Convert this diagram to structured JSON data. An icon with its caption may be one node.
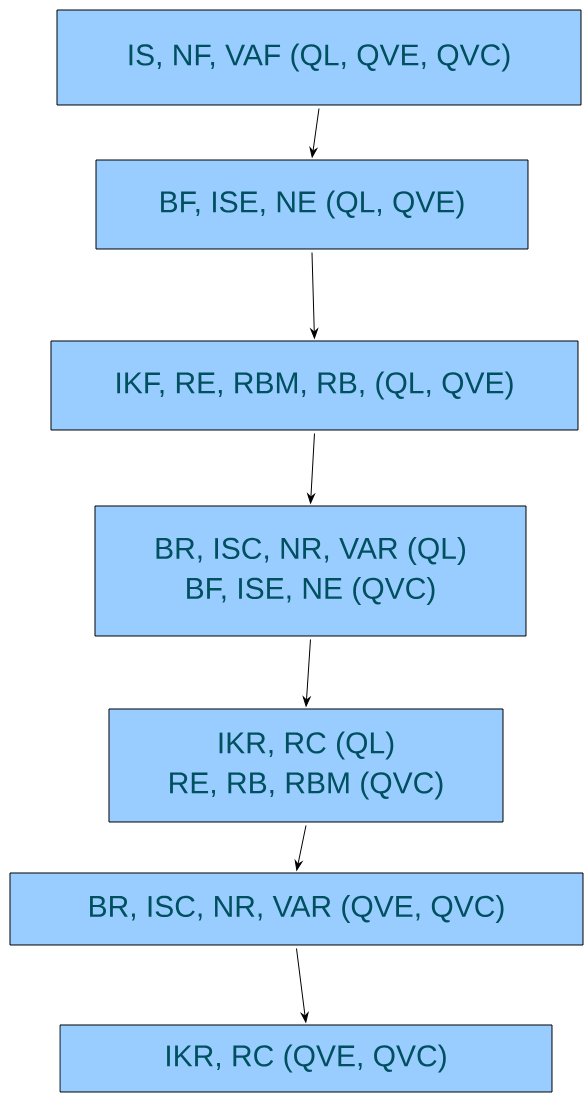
{
  "diagram": {
    "nodes": [
      {
        "text": [
          "IS, NF, VAF (QL, QVE, QVC)"
        ]
      },
      {
        "text": [
          "BF, ISE, NE (QL, QVE)"
        ]
      },
      {
        "text": [
          "IKF, RE, RBM, RB, (QL, QVE)"
        ]
      },
      {
        "text": [
          "BR, ISC, NR, VAR (QL)",
          "BF, ISE, NE (QVC)"
        ]
      },
      {
        "text": [
          "IKR, RC (QL)",
          "RE, RB, RBM (QVC)"
        ]
      },
      {
        "text": [
          "BR, ISC, NR, VAR (QVE, QVC)"
        ]
      },
      {
        "text": [
          "IKR, RC (QVE, QVC)"
        ]
      }
    ],
    "edges": [
      {
        "from": 0,
        "to": 1,
        "arrow": "to"
      },
      {
        "from": 1,
        "to": 2,
        "arrow": "to"
      },
      {
        "from": 2,
        "to": 3,
        "arrow": "to"
      },
      {
        "from": 3,
        "to": 4,
        "arrow": "to"
      },
      {
        "from": 4,
        "to": 5,
        "arrow": "to"
      },
      {
        "from": 5,
        "to": 6,
        "arrow": "to"
      }
    ]
  }
}
